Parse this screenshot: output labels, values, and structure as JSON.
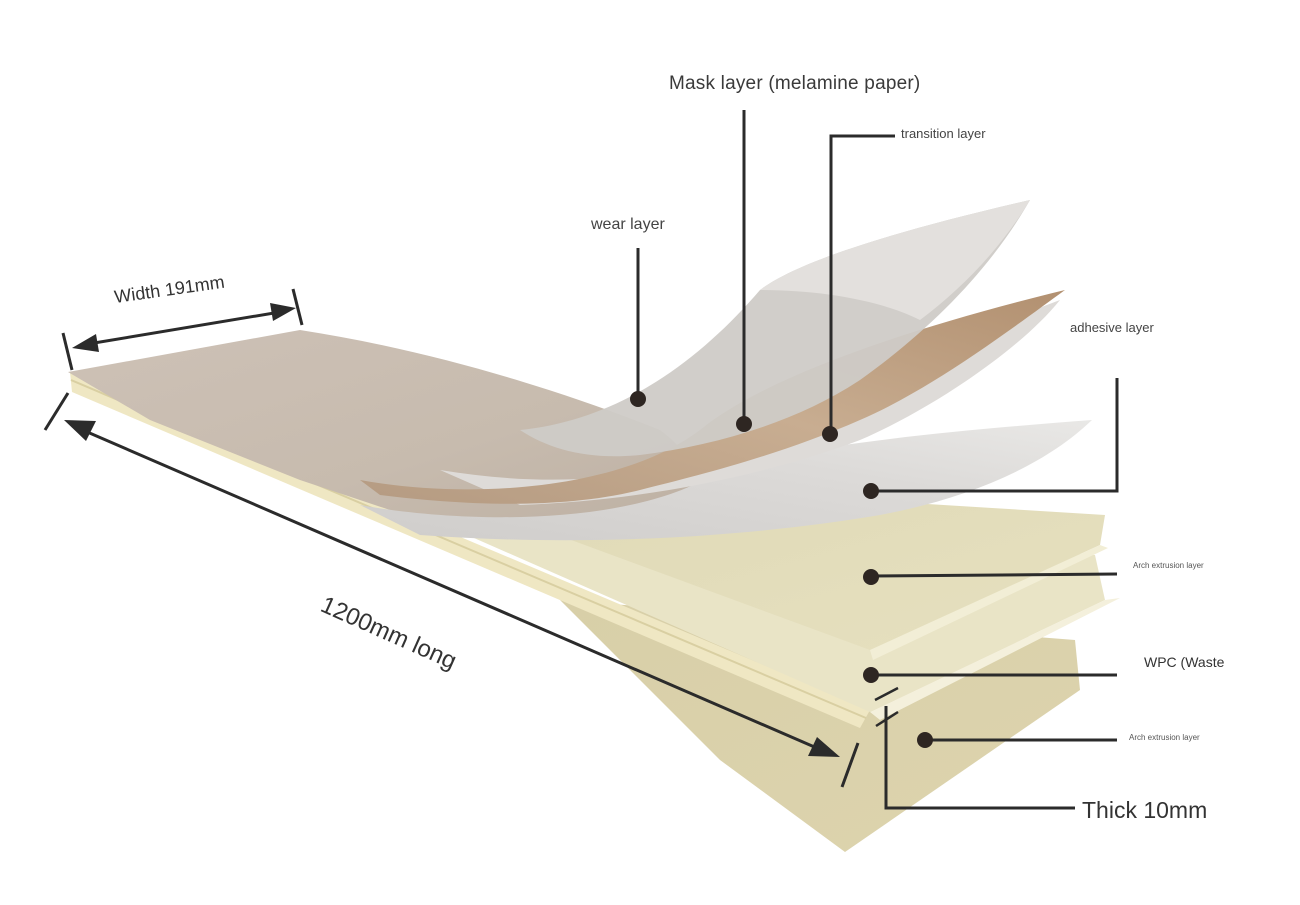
{
  "labels": {
    "mask_layer": "Mask layer (melamine paper)",
    "transition_layer": "transition layer",
    "wear_layer": "wear layer",
    "adhesive_layer": "adhesive layer",
    "arch_extrusion_top": "Arch extrusion layer",
    "wpc": "WPC (Waste",
    "arch_extrusion_bottom": "Arch extrusion layer",
    "thickness": "Thick 10mm",
    "width": "Width 191mm",
    "length": "1200mm long"
  },
  "colors": {
    "background": "#ffffff",
    "plank_top": "#c8bcb0",
    "wood_layer": "#c2a88c",
    "film_layer": "#d7d5d3",
    "core_layer": "#e2dcb8",
    "edge_layer": "#f2eed2",
    "leader_line": "#2b2b2b",
    "dot": "#2e2622"
  }
}
